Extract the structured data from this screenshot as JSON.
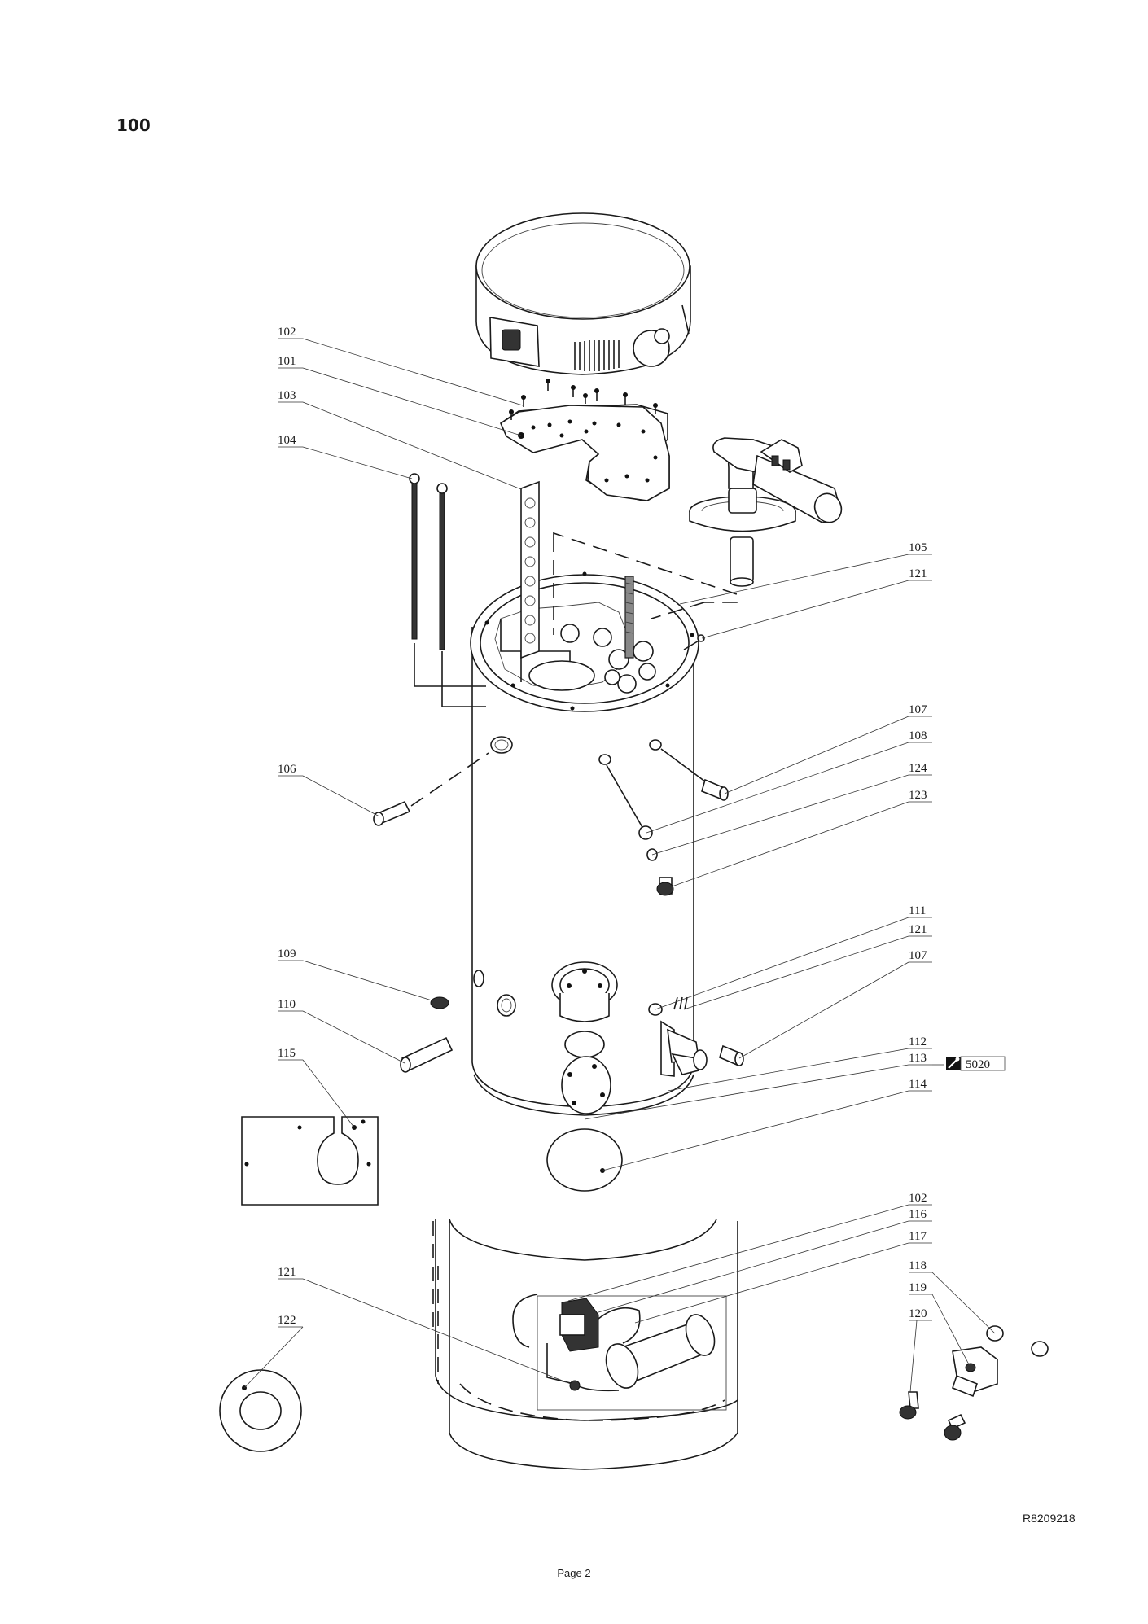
{
  "page": {
    "section_number": "100",
    "drawing_code": "R8209218",
    "page_label": "Page 2"
  },
  "callouts": [
    {
      "id": "102",
      "text": "102"
    },
    {
      "id": "101",
      "text": "101"
    },
    {
      "id": "103",
      "text": "103"
    },
    {
      "id": "104",
      "text": "104"
    },
    {
      "id": "105",
      "text": "105"
    },
    {
      "id": "121a",
      "text": "121"
    },
    {
      "id": "107a",
      "text": "107"
    },
    {
      "id": "108",
      "text": "108"
    },
    {
      "id": "106",
      "text": "106"
    },
    {
      "id": "124",
      "text": "124"
    },
    {
      "id": "123",
      "text": "123"
    },
    {
      "id": "111",
      "text": "111"
    },
    {
      "id": "121b",
      "text": "121"
    },
    {
      "id": "109",
      "text": "109"
    },
    {
      "id": "107b",
      "text": "107"
    },
    {
      "id": "110",
      "text": "110"
    },
    {
      "id": "112",
      "text": "112"
    },
    {
      "id": "113",
      "text": "113"
    },
    {
      "id": "115",
      "text": "115"
    },
    {
      "id": "114",
      "text": "114"
    },
    {
      "id": "102b",
      "text": "102"
    },
    {
      "id": "116",
      "text": "116"
    },
    {
      "id": "117",
      "text": "117"
    },
    {
      "id": "121c",
      "text": "121"
    },
    {
      "id": "118",
      "text": "118"
    },
    {
      "id": "119",
      "text": "119"
    },
    {
      "id": "122",
      "text": "122"
    },
    {
      "id": "120",
      "text": "120"
    }
  ],
  "reference_box": {
    "text": "5020",
    "icon": "spanner-icon"
  }
}
